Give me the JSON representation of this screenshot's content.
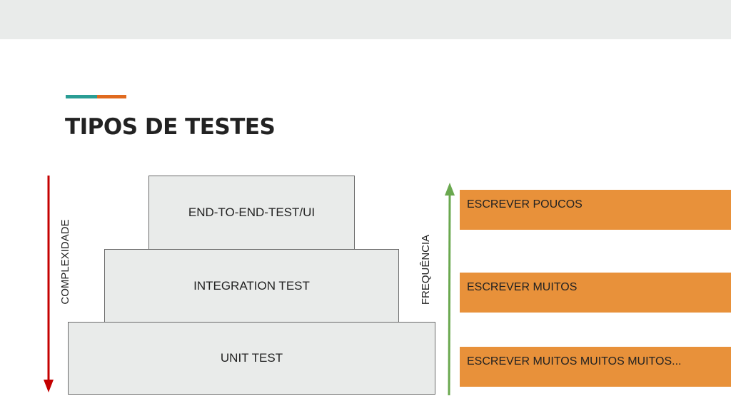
{
  "slide": {
    "title": "TIPOS DE TESTES",
    "colors": {
      "topbar": "#e9ebea",
      "accent_teal": "#2a9d94",
      "accent_orange": "#e06a1f",
      "block_fill": "#e9ebea",
      "tag_fill": "#e8913a",
      "complexity_arrow": "#c40000",
      "frequency_arrow": "#6aa84f"
    }
  },
  "pyramid": {
    "top": "END-TO-END-TEST/UI",
    "middle": "INTEGRATION TEST",
    "bottom": "UNIT TEST"
  },
  "axes": {
    "complexity": "COMPLEXIDADE",
    "frequency": "FREQUÊNCIA"
  },
  "tags": [
    "ESCREVER POUCOS",
    "ESCREVER MUITOS",
    "ESCREVER MUITOS MUITOS MUITOS..."
  ]
}
